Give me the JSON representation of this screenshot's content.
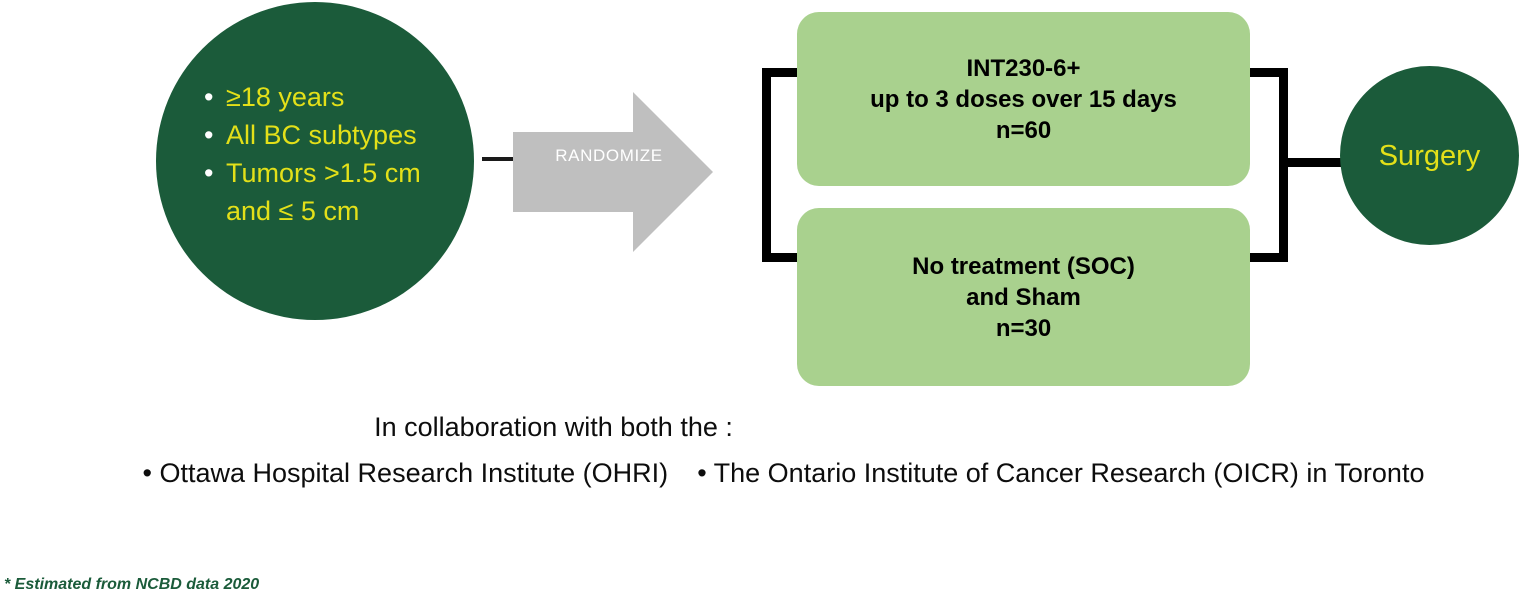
{
  "colors": {
    "dark_green": "#1B5B3A",
    "light_green": "#A9D18E",
    "yellow_text": "#E3E019",
    "arrow_gray": "#BFBFBF",
    "bracket_black": "#000000",
    "footnote_green": "#1B5B3A"
  },
  "eligibility": {
    "items": [
      {
        "text": "≥18 years"
      },
      {
        "text": "All BC subtypes"
      },
      {
        "text": "Tumors >1.5 cm",
        "continuation": "and ≤ 5 cm"
      }
    ]
  },
  "randomize": {
    "label": "RANDOMIZE"
  },
  "arms": [
    {
      "id": "treatment",
      "lines": [
        "INT230-6+",
        "up to 3 doses over 15 days",
        "n=60"
      ]
    },
    {
      "id": "control",
      "lines": [
        "No treatment (SOC)",
        "and Sham",
        "n=30"
      ]
    }
  ],
  "outcome": {
    "label": "Surgery"
  },
  "collaboration": {
    "heading": "In collaboration with both the :",
    "partners": [
      "• Ottawa Hospital Research Institute (OHRI)",
      "• The Ontario Institute of Cancer Research (OICR) in Toronto"
    ]
  },
  "footnote": {
    "text": "* Estimated from NCBD data 2020"
  }
}
